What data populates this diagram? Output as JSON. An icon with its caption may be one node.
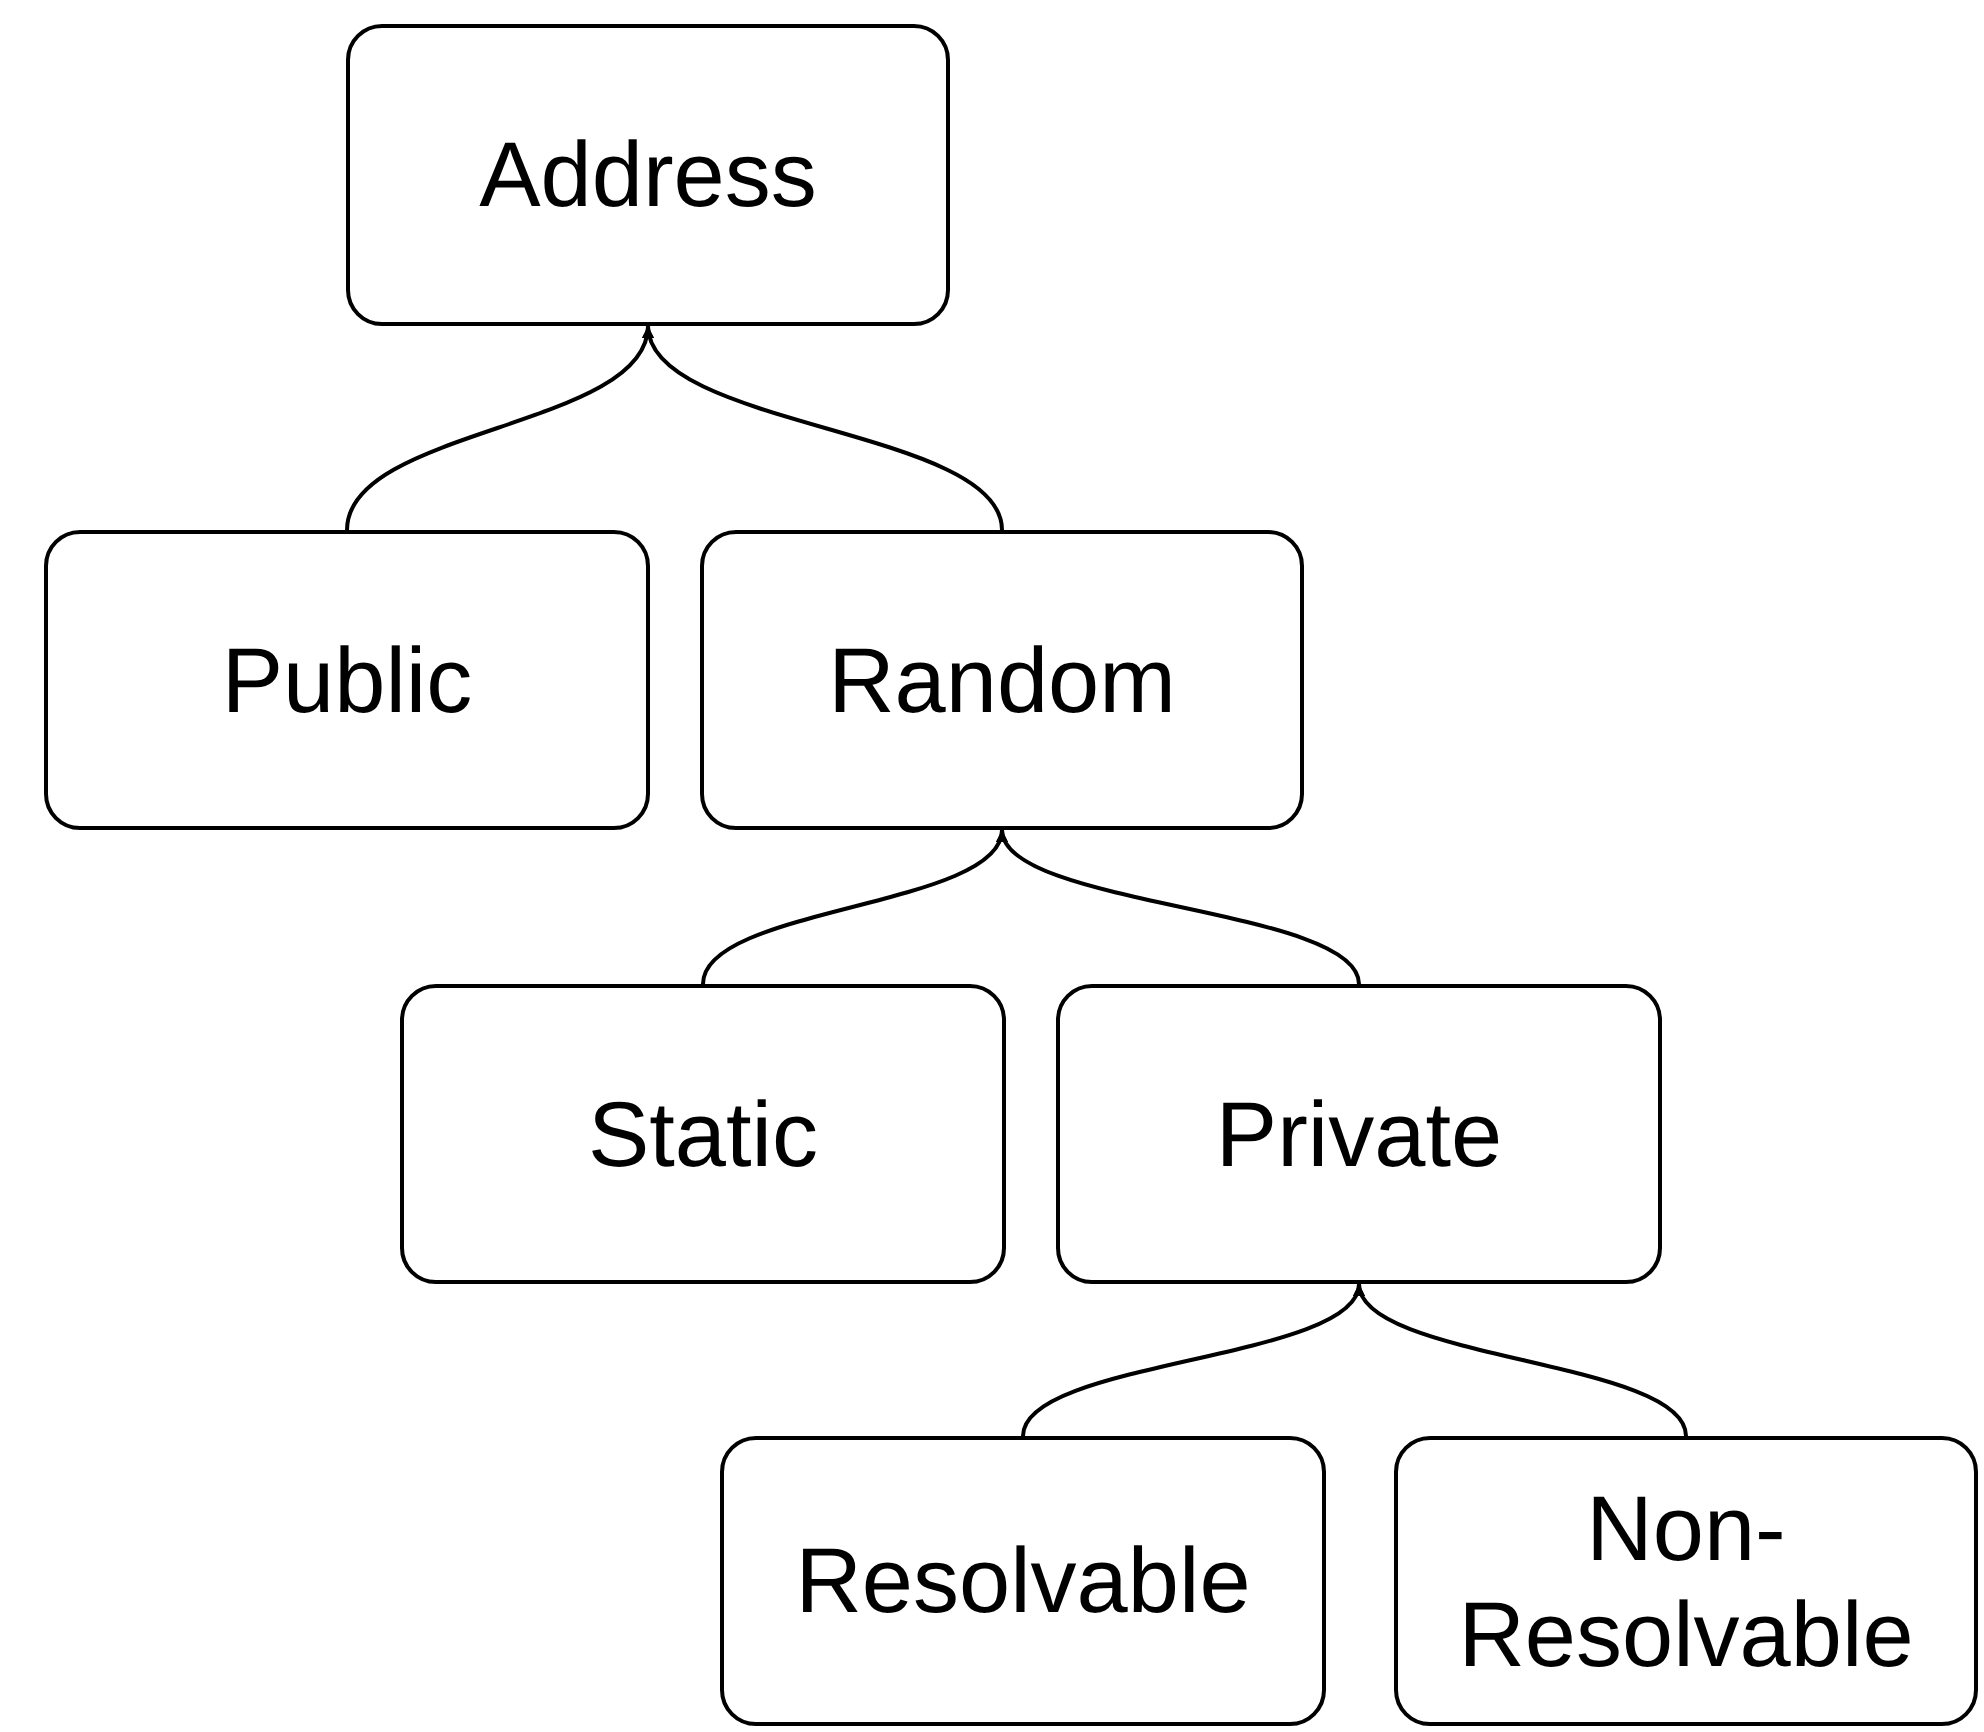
{
  "diagram": {
    "nodes": [
      {
        "text": [
          "Address"
        ]
      },
      {
        "text": [
          "Public"
        ]
      },
      {
        "text": [
          "Random"
        ]
      },
      {
        "text": [
          "Static"
        ]
      },
      {
        "text": [
          "Private"
        ]
      },
      {
        "text": [
          "Resolvable"
        ]
      },
      {
        "text": [
          "Non-Resolvable"
        ]
      }
    ],
    "edges": [
      {
        "from": 1,
        "to": 0,
        "arrow": "to"
      },
      {
        "from": 2,
        "to": 0,
        "arrow": "to"
      },
      {
        "from": 3,
        "to": 2,
        "arrow": "to"
      },
      {
        "from": 4,
        "to": 2,
        "arrow": "to"
      },
      {
        "from": 5,
        "to": 4,
        "arrow": "to"
      },
      {
        "from": 6,
        "to": 4,
        "arrow": "to"
      }
    ]
  }
}
